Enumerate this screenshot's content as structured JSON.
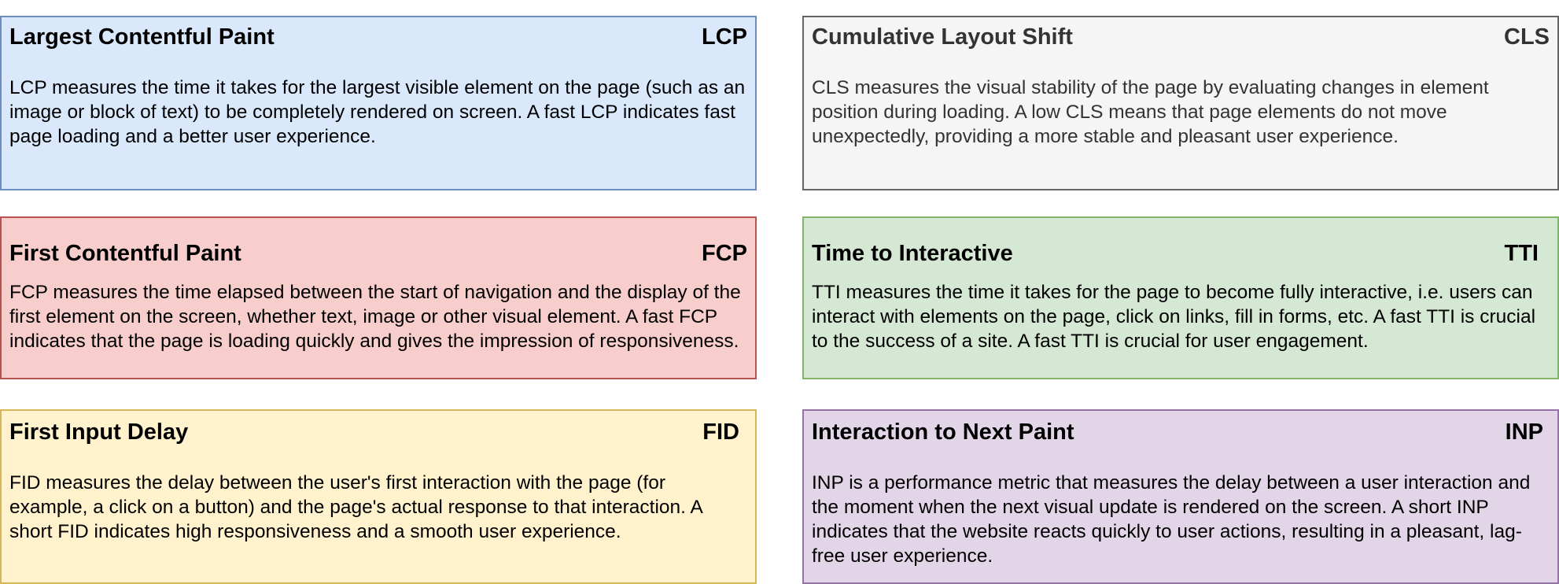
{
  "cards": {
    "lcp": {
      "title": "Largest Contentful Paint",
      "abbr": "LCP",
      "description": "LCP measures the time it takes for the largest visible element on the page (such as an image or block of text) to be completely rendered on screen. A fast LCP indicates fast page loading and a better user experience.",
      "fill": "#dae8fc",
      "stroke": "#6c8ebf",
      "text_color": "#000000"
    },
    "cls": {
      "title": "Cumulative Layout Shift",
      "abbr": "CLS",
      "description": "CLS measures the visual stability of the page by evaluating changes in element position during loading. A low CLS means that page elements do not move unexpectedly, providing a more stable and pleasant user experience.",
      "fill": "#f5f5f5",
      "stroke": "#666666",
      "text_color": "#333333"
    },
    "fcp": {
      "title": "First Contentful Paint",
      "abbr": "FCP",
      "description": "FCP measures the time elapsed between the start of navigation and the display of the first element on the screen, whether text, image or other visual element. A fast FCP indicates that the page is loading quickly and gives the impression of responsiveness.",
      "fill": "#f8cecc",
      "stroke": "#b85450",
      "text_color": "#000000"
    },
    "tti": {
      "title": "Time to Interactive",
      "abbr": "TTI",
      "description": "TTI measures the time it takes for the page to become fully interactive, i.e. users can interact with elements on the page, click on links, fill in forms, etc. A fast TTI is crucial to the success of a site. A fast TTI is crucial for user engagement.",
      "fill": "#d5e8d4",
      "stroke": "#82b366",
      "text_color": "#000000"
    },
    "fid": {
      "title": "First Input Delay",
      "abbr": "FID",
      "description": "FID measures the delay between the user's first interaction with the page (for example, a click on a button) and the page's actual response to that interaction. A short FID indicates high responsiveness and a smooth user experience.",
      "fill": "#fff2cc",
      "stroke": "#d6b656",
      "text_color": "#000000"
    },
    "inp": {
      "title": "Interaction to Next Paint",
      "abbr": "INP",
      "description": "INP is a performance metric that measures the delay between a user interaction and the moment when the next visual update is rendered on the screen. A short INP indicates that the website reacts quickly to user actions, resulting in a pleasant, lag-free user experience.",
      "fill": "#e1d5e7",
      "stroke": "#9673a6",
      "text_color": "#000000"
    }
  }
}
